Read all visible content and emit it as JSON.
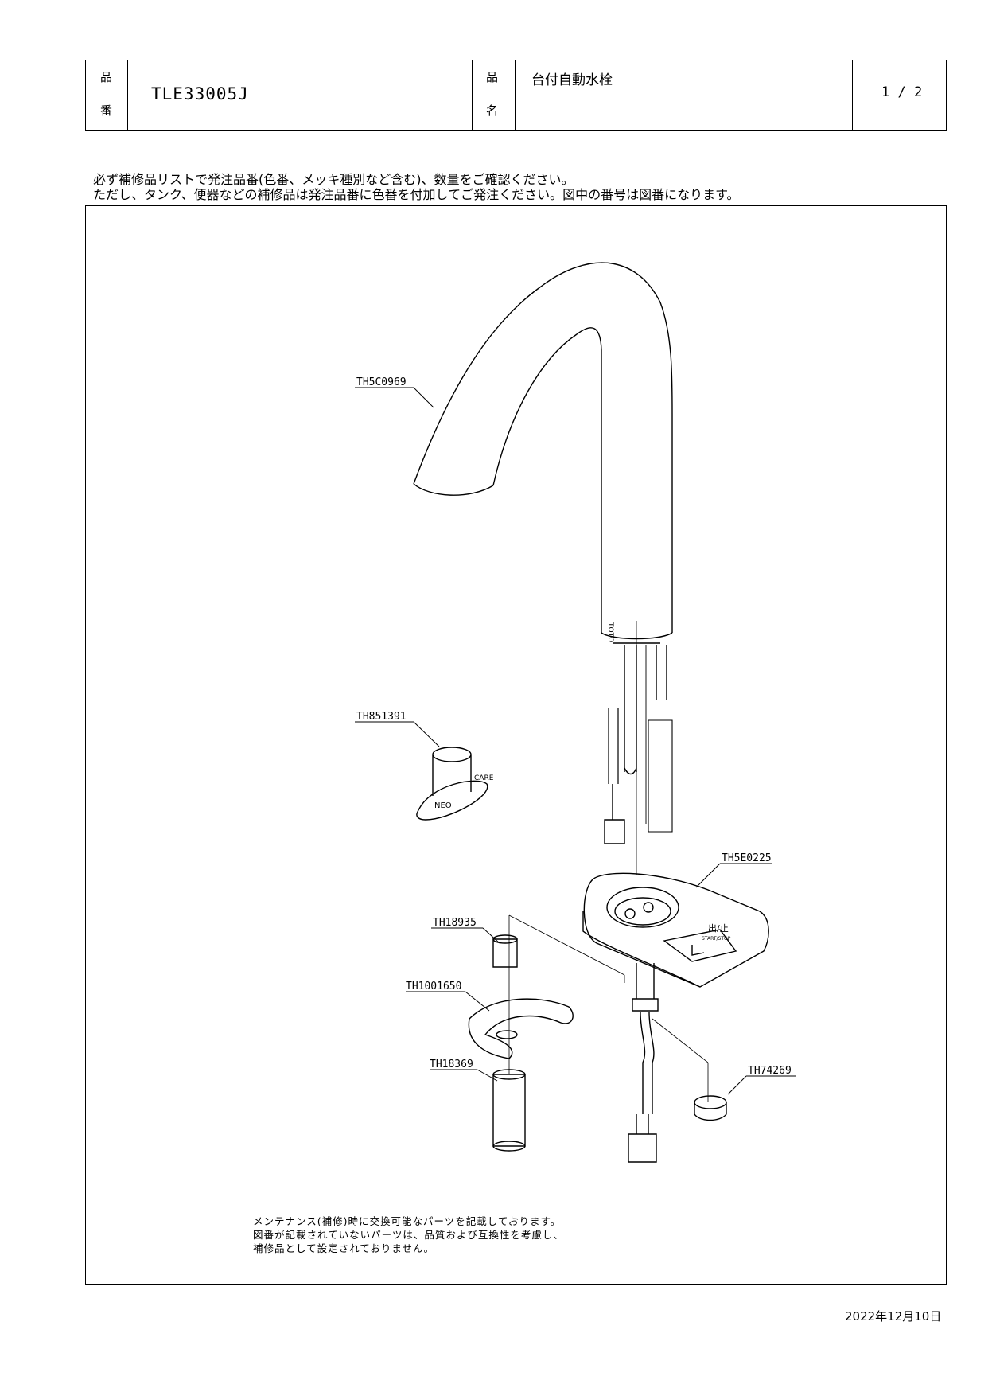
{
  "header": {
    "label_hinban_1": "品",
    "label_hinban_2": "番",
    "model": "TLE33005J",
    "label_hinmei_1": "品",
    "label_hinmei_2": "名",
    "product_name": "台付自動水栓",
    "page": "1 / 2"
  },
  "notice": {
    "line1": "必ず補修品リストで発注品番(色番、メッキ種別など含む)、数量をご確認ください。",
    "line2": "ただし、タンク、便器などの補修品は発注品番に色番を付加してご発注ください。図中の番号は図番になります。"
  },
  "parts": [
    {
      "id": "TH5C0969"
    },
    {
      "id": "TH851391"
    },
    {
      "id": "TH5E0225"
    },
    {
      "id": "TH18935"
    },
    {
      "id": "TH1001650"
    },
    {
      "id": "TH18369"
    },
    {
      "id": "TH74269"
    }
  ],
  "markings": {
    "brand": "TOTO",
    "base_symbol": "出/止",
    "base_text": "START/STOP",
    "tool_text_1": "CARE",
    "tool_text_2": "NEO"
  },
  "footer_note": {
    "line1": "メンテナンス(補修)時に交換可能なパーツを記載しております。",
    "line2": "図番が記載されていないパーツは、品質および互換性を考慮し、",
    "line3": "補修品として設定されておりません。"
  },
  "date": "2022年12月10日"
}
